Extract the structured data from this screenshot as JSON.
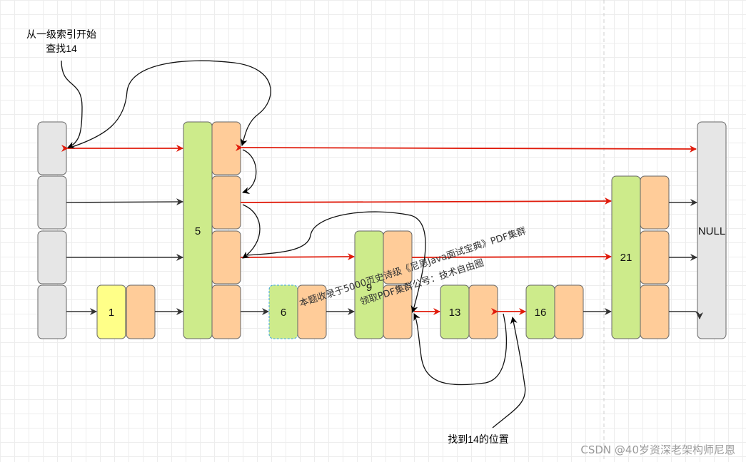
{
  "annotations": {
    "start_line1": "从一级索引开始",
    "start_line2": "查找14",
    "found": "找到14的位置"
  },
  "nodes": {
    "n1": "1",
    "n5": "5",
    "n6": "6",
    "n9": "9",
    "n13": "13",
    "n16": "16",
    "n21": "21",
    "null": "NULL"
  },
  "watermark": {
    "line1": "本题收录于5000页史诗级《尼恩Java面试宝典》PDF集群",
    "line2": "领取PDF集群公号：技术自由圈",
    "credit": "CSDN @40岁资深老架构师尼恩"
  },
  "colors": {
    "header": "#e6e6e6",
    "key": "#cdeb8b",
    "pointer": "#ffcc99",
    "node1": "#ffff88",
    "search": "#e01b0b",
    "link": "#333333"
  }
}
